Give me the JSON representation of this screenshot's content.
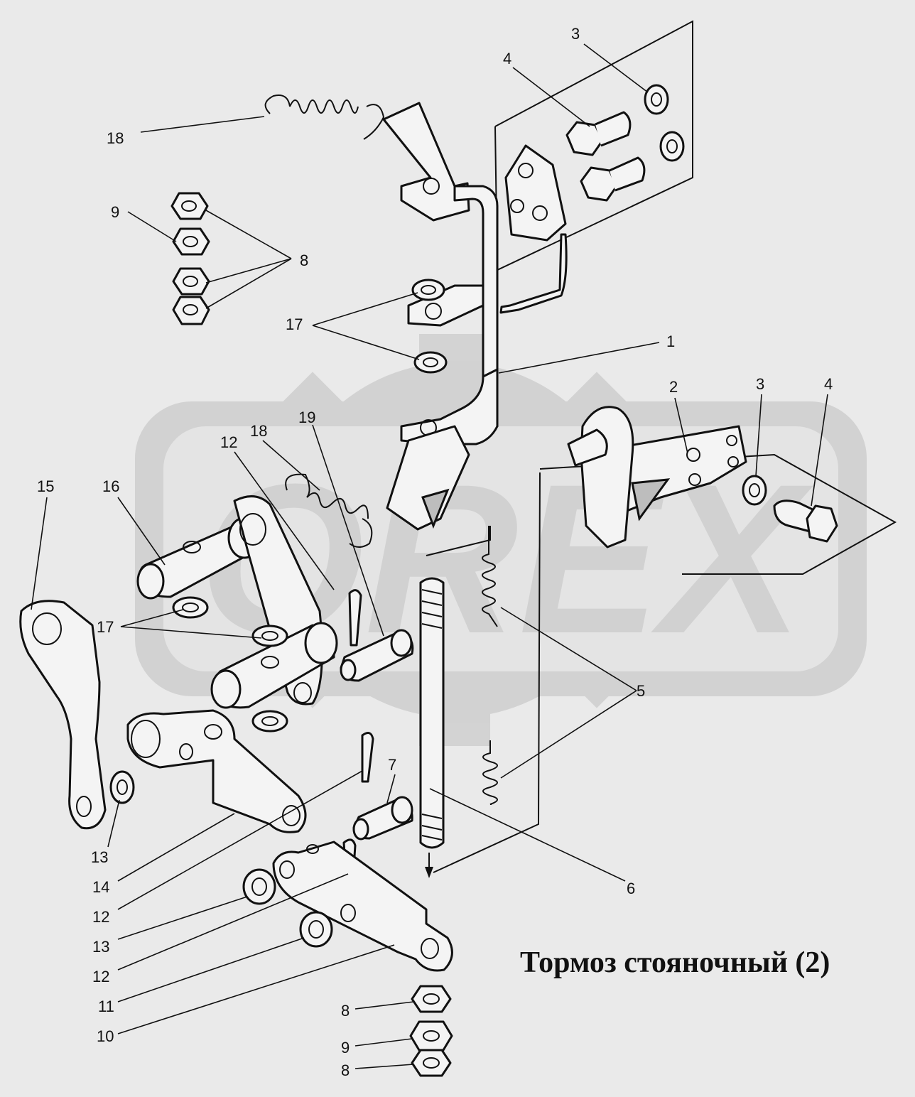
{
  "title": "Тормоз стояночный (2)",
  "watermark": {
    "text": "OREX",
    "color": "#cfcfcf"
  },
  "colors": {
    "background": "#eaeaea",
    "line": "#111111",
    "part_fill": "#f4f4f4"
  },
  "callouts": [
    {
      "id": "c-3-top",
      "label": "3"
    },
    {
      "id": "c-4-top",
      "label": "4"
    },
    {
      "id": "c-18-top",
      "label": "18"
    },
    {
      "id": "c-9-top",
      "label": "9"
    },
    {
      "id": "c-8-top",
      "label": "8"
    },
    {
      "id": "c-17-top",
      "label": "17"
    },
    {
      "id": "c-1",
      "label": "1"
    },
    {
      "id": "c-2",
      "label": "2"
    },
    {
      "id": "c-3-right",
      "label": "3"
    },
    {
      "id": "c-4-right",
      "label": "4"
    },
    {
      "id": "c-15",
      "label": "15"
    },
    {
      "id": "c-16",
      "label": "16"
    },
    {
      "id": "c-12-upper",
      "label": "12"
    },
    {
      "id": "c-18-mid",
      "label": "18"
    },
    {
      "id": "c-19",
      "label": "19"
    },
    {
      "id": "c-17-mid",
      "label": "17"
    },
    {
      "id": "c-5",
      "label": "5"
    },
    {
      "id": "c-7",
      "label": "7"
    },
    {
      "id": "c-13-a",
      "label": "13"
    },
    {
      "id": "c-14",
      "label": "14"
    },
    {
      "id": "c-12-a",
      "label": "12"
    },
    {
      "id": "c-13-b",
      "label": "13"
    },
    {
      "id": "c-12-b",
      "label": "12"
    },
    {
      "id": "c-11",
      "label": "11"
    },
    {
      "id": "c-10",
      "label": "10"
    },
    {
      "id": "c-6",
      "label": "6"
    },
    {
      "id": "c-8-b1",
      "label": "8"
    },
    {
      "id": "c-9-b",
      "label": "9"
    },
    {
      "id": "c-8-b2",
      "label": "8"
    }
  ]
}
